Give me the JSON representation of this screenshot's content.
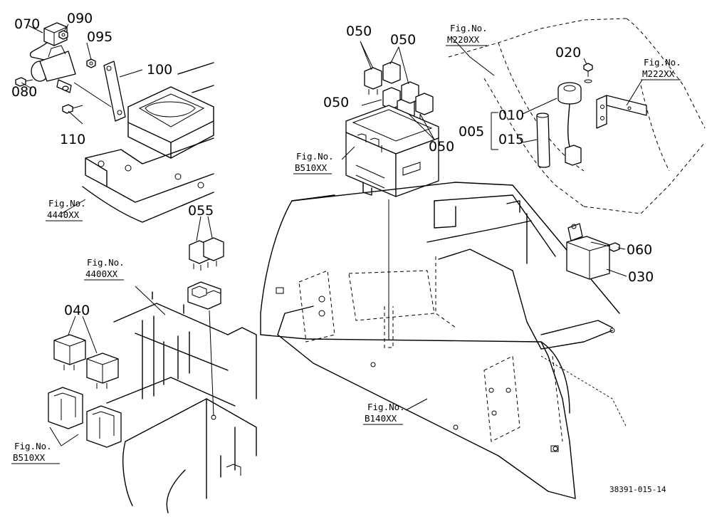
{
  "part_numbers": {
    "p070": "070",
    "p090": "090",
    "p095": "095",
    "p100": "100",
    "p080": "080",
    "p110": "110",
    "p050a": "050",
    "p050b": "050",
    "p050c": "050",
    "p050d": "050",
    "p020": "020",
    "p010": "010",
    "p005": "005",
    "p015": "015",
    "p055": "055",
    "p040": "040",
    "p060": "060",
    "p030": "030"
  },
  "figure_refs": {
    "m220": {
      "label": "Fig.No.",
      "code": "M220XX"
    },
    "m222": {
      "label": "Fig.No.",
      "code": "M222XX"
    },
    "b510_top": {
      "label": "Fig.No.",
      "code": "B510XX"
    },
    "r4440": {
      "label": "Fig.No.",
      "code": "4440XX"
    },
    "r4400": {
      "label": "Fig.No.",
      "code": "4400XX"
    },
    "b510_bottom": {
      "label": "Fig.No.",
      "code": "B510XX"
    },
    "b140": {
      "label": "Fig.No.",
      "code": "B140XX"
    }
  },
  "drawing_code": "38391-015-14"
}
